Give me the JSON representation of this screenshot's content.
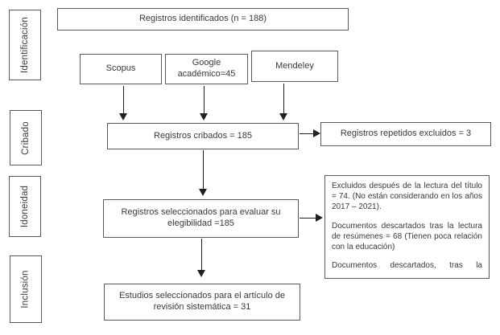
{
  "stages": {
    "identification": "Identificación",
    "screening": "Cribado",
    "eligibility": "Idoneidad",
    "inclusion": "Inclusión"
  },
  "boxes": {
    "identified": "Registros identificados (n = 188)",
    "source_scopus": "Scopus",
    "source_google": "Google académico=45",
    "source_mendeley": "Mendeley",
    "screened": "Registros cribados = 185",
    "duplicates_excluded": "Registros repetidos excluidos = 3",
    "eligibility_assessed": "Registros seleccionados para evaluar su elegibilidad =185",
    "included": "Estudios seleccionados para el artículo de revisión sistemática = 31"
  },
  "exclusion_box": {
    "paragraphs": [
      "Excluidos después de la lectura del título = 74. (No están considerando en los años 2017 – 2021).",
      "Documentos descartados tras la lectura de resúmenes = 68 (Tienen poca relación con la educación)",
      "Documentos descartados, tras la"
    ]
  },
  "colors": {
    "background": "#ffffff",
    "border": "#595959",
    "text": "#383838",
    "arrow": "#1f1f1f"
  }
}
